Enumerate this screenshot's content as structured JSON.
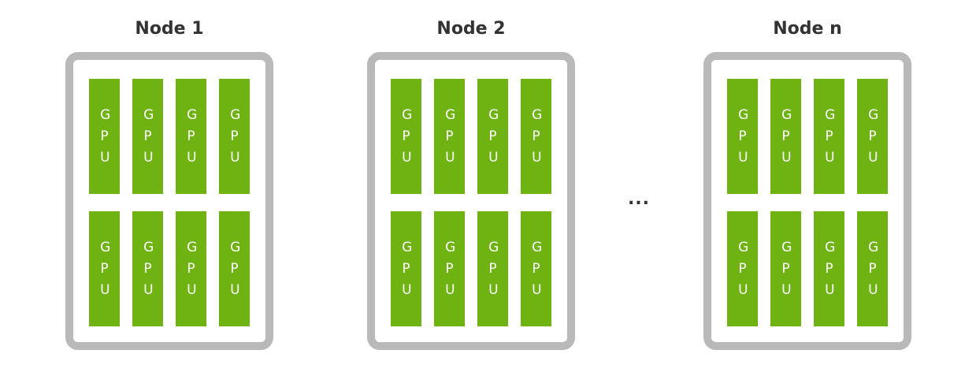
{
  "nodes": [
    {
      "title": "Node 1",
      "gpus": [
        "GPU",
        "GPU",
        "GPU",
        "GPU",
        "GPU",
        "GPU",
        "GPU",
        "GPU"
      ]
    },
    {
      "title": "Node 2",
      "gpus": [
        "GPU",
        "GPU",
        "GPU",
        "GPU",
        "GPU",
        "GPU",
        "GPU",
        "GPU"
      ]
    },
    {
      "title": "Node n",
      "gpus": [
        "GPU",
        "GPU",
        "GPU",
        "GPU",
        "GPU",
        "GPU",
        "GPU",
        "GPU"
      ]
    }
  ],
  "ellipsis": "...",
  "colors": {
    "gpu": "#6eb312",
    "node_border": "#b9b9b9",
    "title_text": "#333333"
  }
}
